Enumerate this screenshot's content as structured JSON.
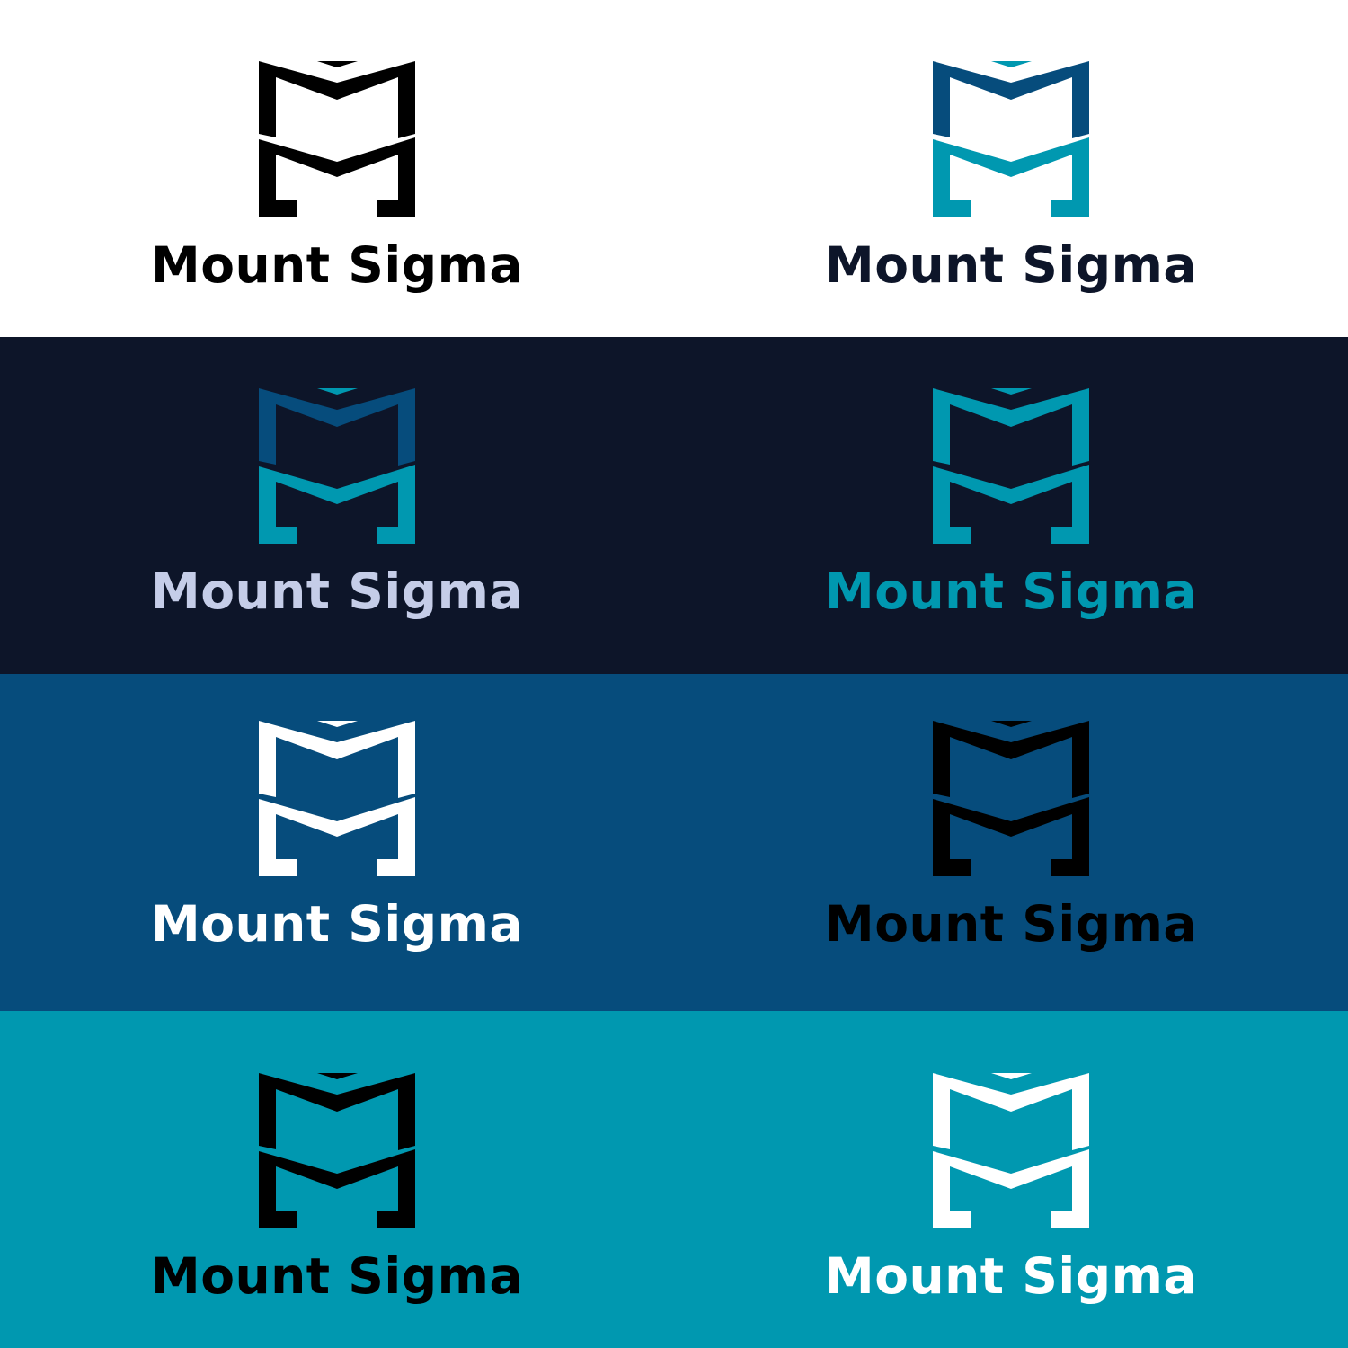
{
  "brand": {
    "name": "Mount Sigma"
  },
  "palette": {
    "white": "#FFFFFF",
    "black": "#000000",
    "navy": "#0D1529",
    "deep_blue": "#064C7C",
    "teal": "#0098B0",
    "lavender": "#C5CDE8"
  },
  "bands": [
    {
      "background": "#FFFFFF",
      "variants": [
        {
          "label": "Mount Sigma",
          "chevron": "#000000",
          "top_m": "#000000",
          "bottom_m": "#000000",
          "text": "#000000"
        },
        {
          "label": "Mount Sigma",
          "chevron": "#0098B0",
          "top_m": "#064C7C",
          "bottom_m": "#0098B0",
          "text": "#0D1529"
        }
      ]
    },
    {
      "background": "#0D1529",
      "variants": [
        {
          "label": "Mount Sigma",
          "chevron": "#0098B0",
          "top_m": "#064C7C",
          "bottom_m": "#0098B0",
          "text": "#C5CDE8"
        },
        {
          "label": "Mount Sigma",
          "chevron": "#0098B0",
          "top_m": "#0098B0",
          "bottom_m": "#0098B0",
          "text": "#0098B0"
        }
      ]
    },
    {
      "background": "#064C7C",
      "variants": [
        {
          "label": "Mount Sigma",
          "chevron": "#FFFFFF",
          "top_m": "#FFFFFF",
          "bottom_m": "#FFFFFF",
          "text": "#FFFFFF"
        },
        {
          "label": "Mount Sigma",
          "chevron": "#000000",
          "top_m": "#000000",
          "bottom_m": "#000000",
          "text": "#000000"
        }
      ]
    },
    {
      "background": "#0098B0",
      "variants": [
        {
          "label": "Mount Sigma",
          "chevron": "#000000",
          "top_m": "#000000",
          "bottom_m": "#000000",
          "text": "#000000"
        },
        {
          "label": "Mount Sigma",
          "chevron": "#FFFFFF",
          "top_m": "#FFFFFF",
          "bottom_m": "#FFFFFF",
          "text": "#FFFFFF"
        }
      ]
    }
  ]
}
